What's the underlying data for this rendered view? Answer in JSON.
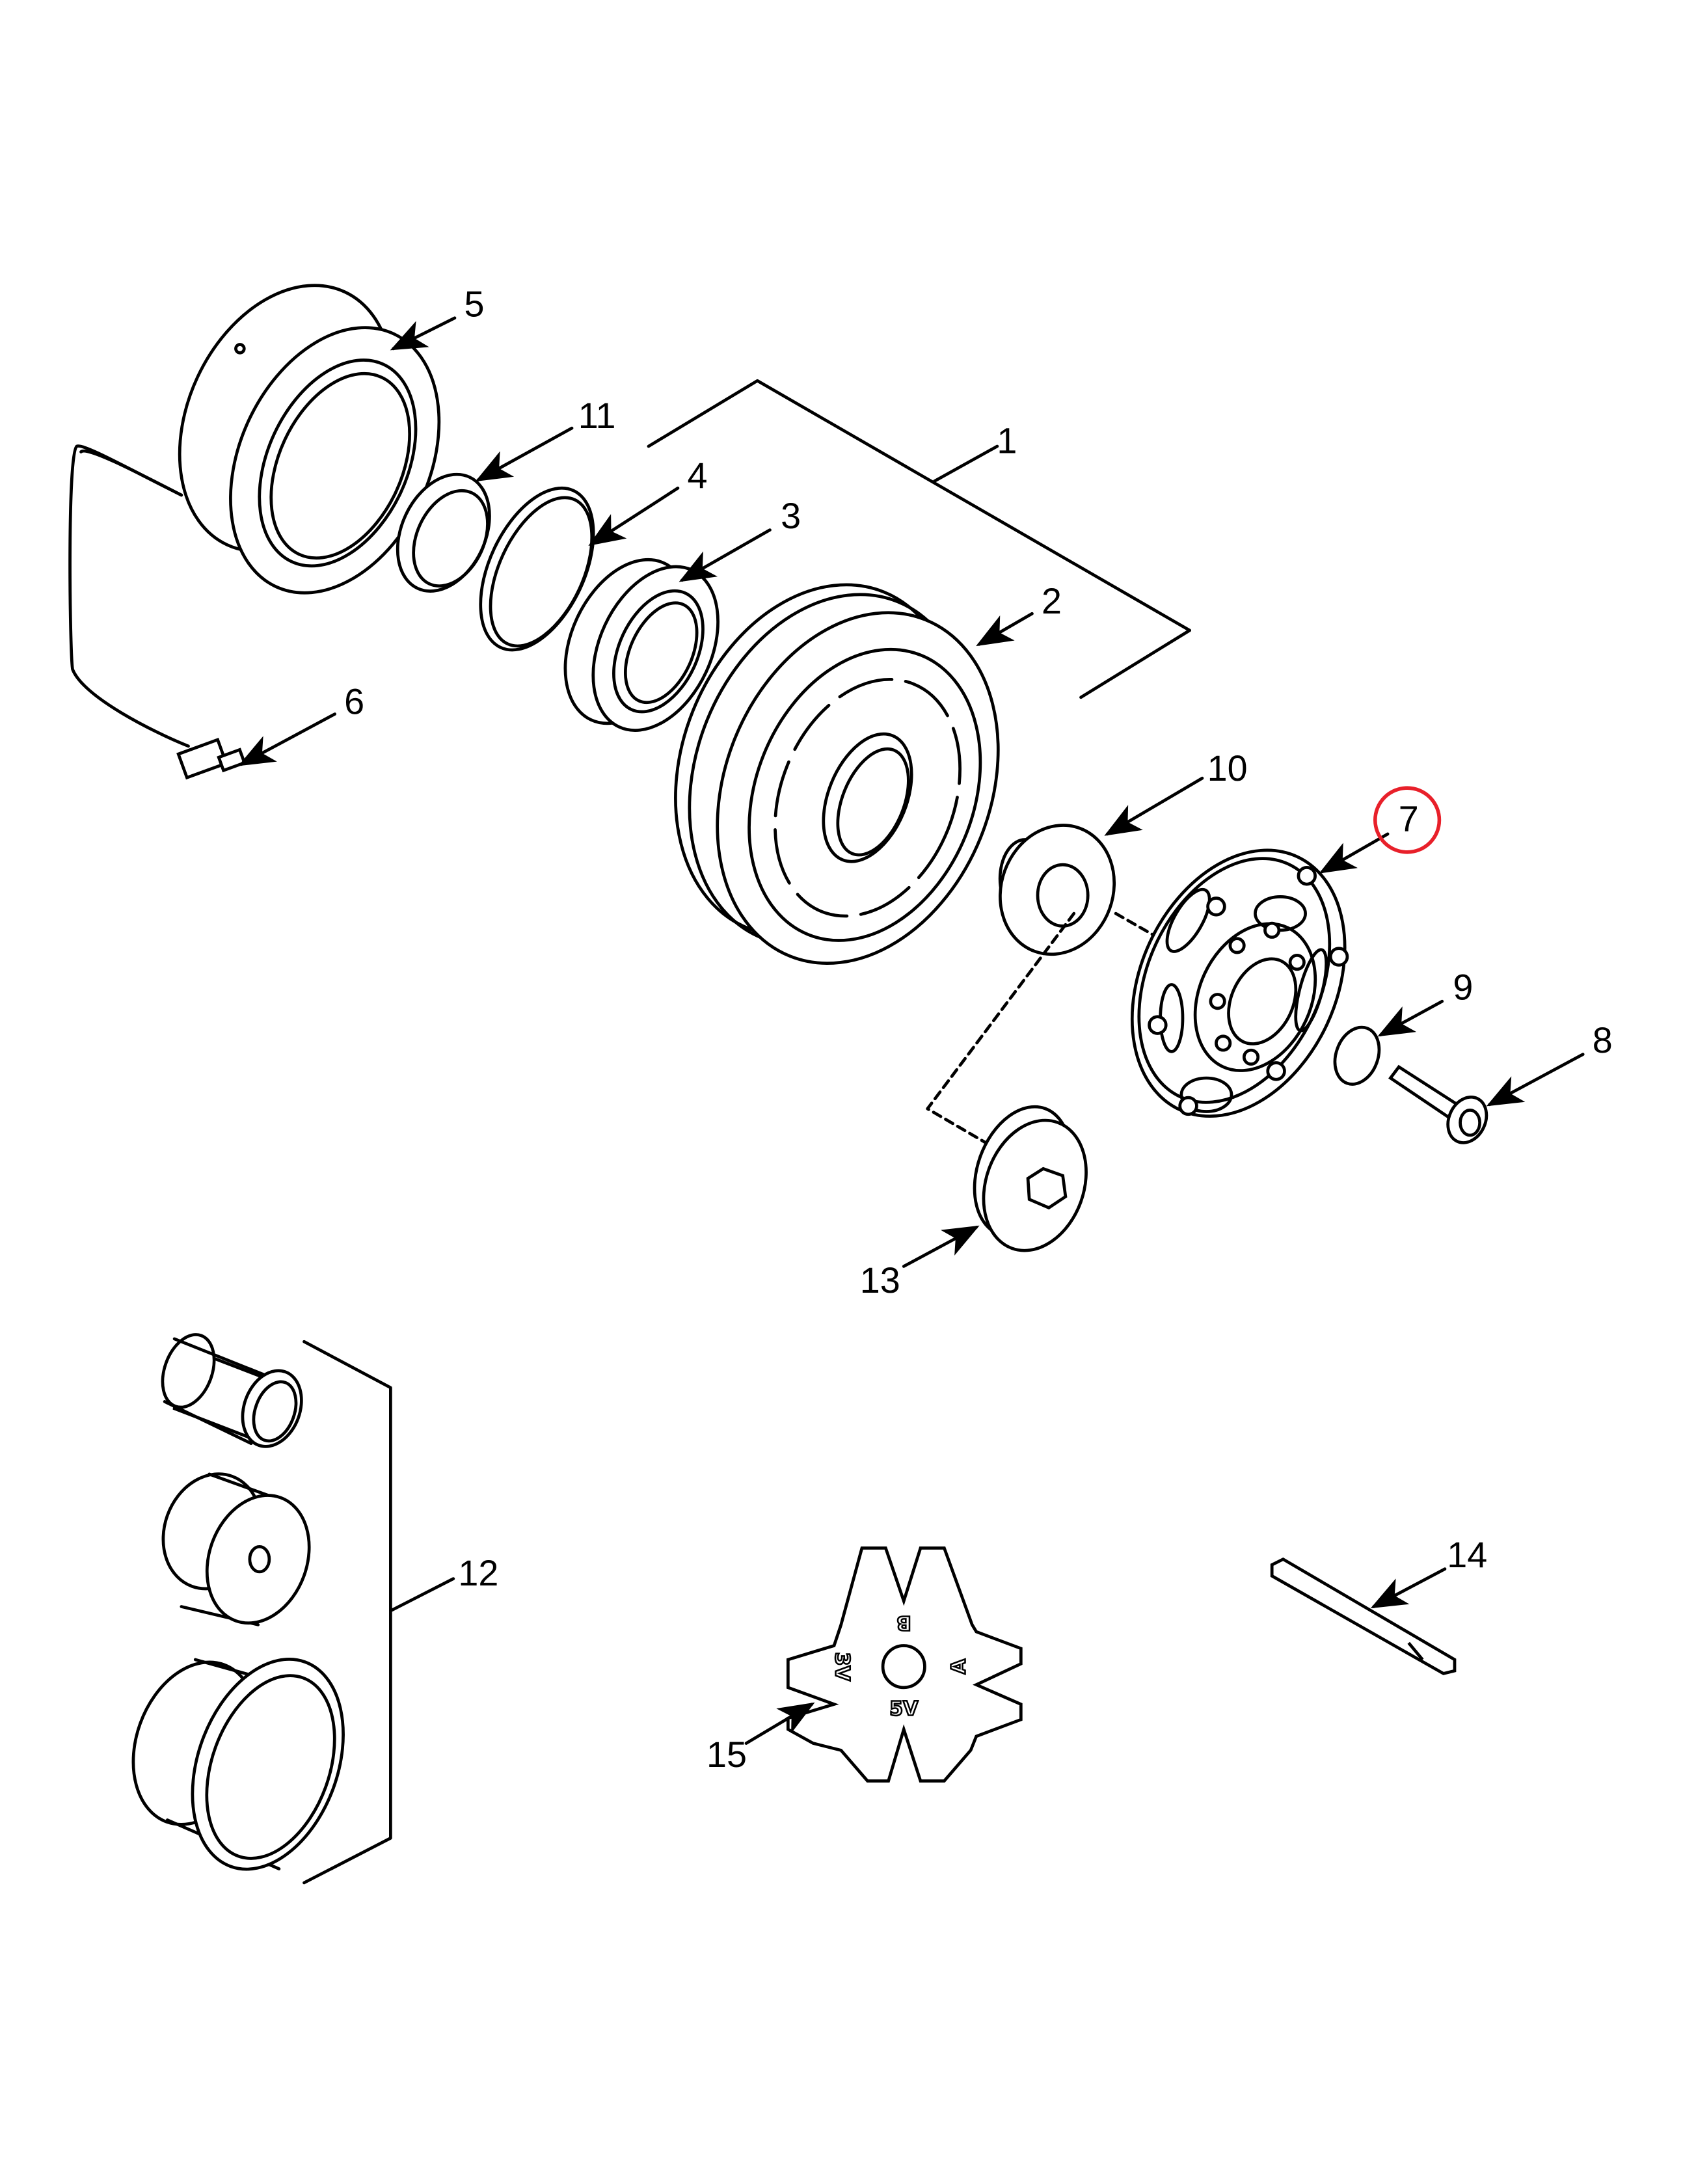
{
  "title": "A/C Compressor Clutch Exploded View",
  "highlight_color": "#e8202a",
  "highlighted_callout": "7",
  "callouts": [
    {
      "id": "1"
    },
    {
      "id": "2"
    },
    {
      "id": "3"
    },
    {
      "id": "4"
    },
    {
      "id": "5"
    },
    {
      "id": "6"
    },
    {
      "id": "7"
    },
    {
      "id": "8"
    },
    {
      "id": "9"
    },
    {
      "id": "10"
    },
    {
      "id": "11"
    },
    {
      "id": "12"
    },
    {
      "id": "13"
    },
    {
      "id": "14"
    },
    {
      "id": "15"
    }
  ],
  "tool_15_markings": {
    "top": "B",
    "right": "A",
    "bottom": "5V",
    "left": "3V"
  }
}
